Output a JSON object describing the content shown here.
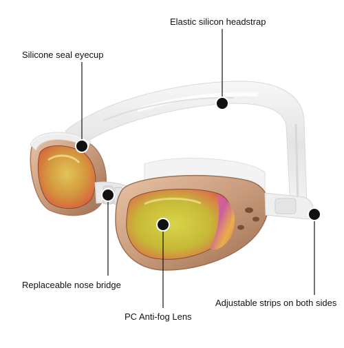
{
  "product": "swimming goggles",
  "colors": {
    "background": "#ffffff",
    "strap": "#eeeeee",
    "frame": "#c89b7c",
    "lens": "#c7c23a",
    "lens_edge": "#d9784a",
    "marker": "#111111"
  },
  "callouts": {
    "headstrap": {
      "label": "Elastic silicon headstrap"
    },
    "eyecup": {
      "label": "Silicone seal eyecup"
    },
    "nose_bridge": {
      "label": "Replaceable nose bridge"
    },
    "lens": {
      "label": "PC Anti-fog Lens"
    },
    "strips": {
      "label": "Adjustable strips on both sides"
    }
  }
}
